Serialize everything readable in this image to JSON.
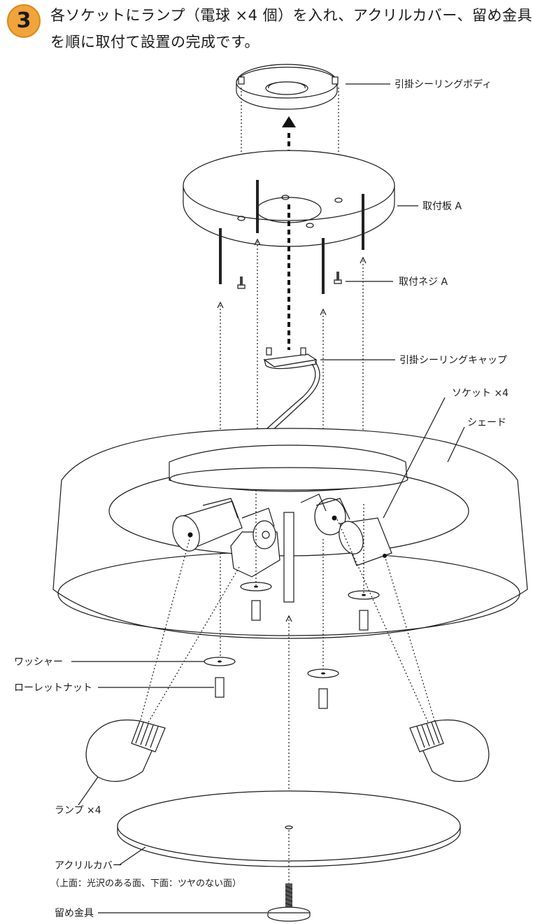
{
  "step": {
    "number": "3"
  },
  "instruction": {
    "line1": "各ソケットにランプ（電球 ×4 個）を入れ、アクリルカバー、留め金具",
    "line2": "を順に取付て設置の完成です。"
  },
  "labels": {
    "ceiling_body": "引掛シーリングボディ",
    "plate_a": "取付板 A",
    "screw_a": "取付ネジ A",
    "ceiling_cap": "引掛シーリングキャップ",
    "socket": "ソケット ×4",
    "shade": "シェード",
    "washer": "ワッシャー",
    "knurled_nut": "ローレットナット",
    "lamp": "ランプ ×4",
    "acrylic_cover": "アクリルカバー",
    "acrylic_cover_note": "（上面：光沢のある面、下面：ツヤのない面）",
    "fastener": "留め金具"
  }
}
